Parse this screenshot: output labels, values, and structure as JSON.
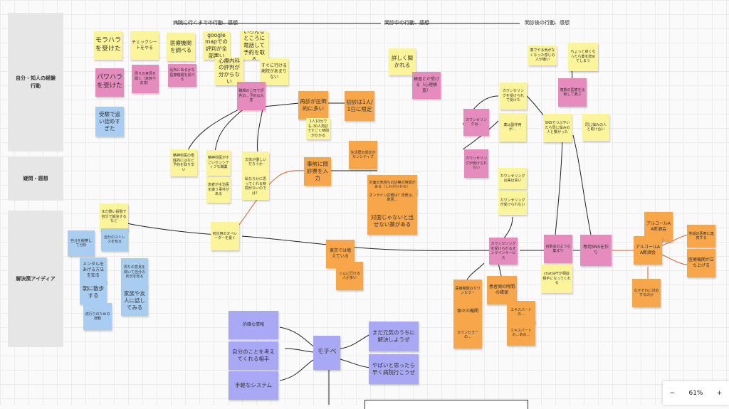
{
  "rows": {
    "experience": "自分・知人の経験\n行動",
    "questions": "疑問・感想",
    "ideas": "解決策アイディア"
  },
  "phases": {
    "before": "病院に行くまでの行動、感想",
    "during": "問診中の行動、感想",
    "after": "問診後の行動、感想"
  },
  "notes": {
    "n1": "モラハラを受けた",
    "n2": "チェックシートをやる",
    "n3": "医療機関を調べる",
    "n4": "google mapでの評判が全部悪い",
    "n5": "いろんなところに電話して予約を取る",
    "n6": "パワハラを受けた",
    "n7": "周りの意見を聞く（家族や友達）",
    "n8": "近所にあるかな医療機関を調べる",
    "n9": "心療内科の評判が分からない",
    "n10": "すぐに行ける病院があまりない",
    "n11": "受験で追い詰めすぎた",
    "n12": "職場の上司で評判の…予約は大変",
    "n13": "再診が圧倒的に多い",
    "n14": "初診は1人/1日に限定",
    "n15": "1人10分でも-30人周診ですごく時間がかかる",
    "n16": "詳しく聞かれる",
    "n17": "検査とか受ける（心理検査）",
    "n18": "薬でやる気がなくなった感じの人が嫌い",
    "n19": "ちょっと良くなったら薬を辞めてしまう",
    "n20": "カウンセリングを受けられて受けた",
    "n21": "複数の医療を比較して選ぶ",
    "n22": "カウンセリングは…",
    "n23": "薬は副作用が…",
    "n24": "SNSでつぶやいたら同じ悩みの人と繋がった",
    "n25": "同じ悩みの人と助け合い",
    "n26": "精神科医の根底的にはなど予約を取り辛い",
    "n27": "精神科医がすごいセンシティブな職業",
    "n28": "患者が主治医を嫌う事件がある",
    "n29": "文体が優しいだろうか",
    "n30": "私ならかに思ってくれる時間がないのでは？",
    "n31": "事前に問診票を入力",
    "n32": "生活歴の問診がセンシティブ",
    "n33": "対面の気持ちの診察の時間がある（しかがかかる）",
    "n34": "オンライン診療は？背景は、数回…",
    "n35": "対面じゃないと出せない薬がある",
    "n36": "カウンセリングが受けられない",
    "n37": "カウンセリングは実は高い",
    "n38": "まだ酷い段階で自分で解決するなど",
    "n39": "自分のストレスを知る",
    "n40": "自分を観察して分析",
    "n41": "メンタルをあげる方法を知る",
    "n42": "朝に散歩する",
    "n43": "周りの意見を聞いて自分の状況を知る",
    "n44": "家族や友人に話してみる",
    "n45": "流行りのための運動",
    "n46": "初診用のオペレーターを置く",
    "n47": "東京では増えている",
    "n48": "ジムに行ける人が多い",
    "n49": "カウンセリングを受けられるオンラインサービス",
    "n50": "自助会のような集まり",
    "n51": "専用SNSを作り",
    "n52": "アルコールAA断酒会",
    "n53": "地域の医療に連携する",
    "n54": "医療機関が立ち上げる",
    "n55": "chatGPTが相談相手になってくれる",
    "n56": "なぜそれに対応するのか",
    "n57": "医療機関のカウンセラー",
    "n58": "患者側の時間の確保",
    "n59": "個々の機関",
    "n60": "カウンセラーの…",
    "n61": "エキスパートの…",
    "n62": "エキスパートの…あの…",
    "n63": "的確な情報",
    "n64": "自分のことを考えてくれる相手",
    "n65": "手軽なシステム",
    "n66": "モチベ",
    "n67": "まだ元気のうちに解決しようぜ",
    "n68": "やばいと思ったら早く病院行こうぜ"
  },
  "zoom": {
    "minus": "−",
    "level": "61%",
    "plus": "+"
  }
}
